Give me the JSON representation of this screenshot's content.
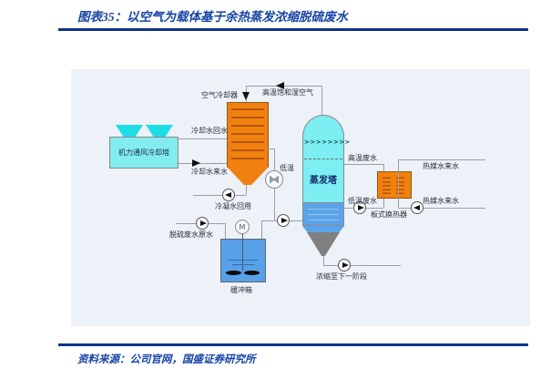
{
  "header": {
    "title": "图表35：以空气为载体基于余热蒸发浓缩脱硫废水"
  },
  "footer": {
    "source_label": "资料来源：公司官网，国盛证券研究所"
  },
  "colors": {
    "accent_navy": "#0e3488",
    "title_text": "#1644a5",
    "panel_bg": "#edf1f8",
    "equipment_cyan": "#7deef1",
    "equipment_orange": "#f28011",
    "tank_blue": "#58a0e8",
    "cone_gray": "#808080"
  },
  "diagram": {
    "equipment": {
      "cooling_tower": "机力通风冷却塔",
      "air_cooler": "空气冷却器",
      "evaporation_tower": "蒸发塔",
      "buffer_tank": "缓冲箱",
      "plate_heat_exchanger": "板式换热器",
      "motor_symbol": "M",
      "spray_nozzles": ">>>>>>>>"
    },
    "streams": {
      "hot_saturated_humid_air": "高温饱和湿空气",
      "cooling_water_return": "冷却水回水",
      "cooling_water_supply": "冷却水来水",
      "low_temp_air": "低温",
      "condensate_reuse": "冷凝水回用",
      "desulfurization_raw_water": "脱硫废水原水",
      "high_temp_wastewater": "高温废水",
      "low_temp_wastewater": "低温废水",
      "heat_medium_water_top": "热媒水来水",
      "heat_medium_water_bottom": "热媒水来水",
      "concentrate_to_next_stage": "浓缩至下一阶段"
    }
  }
}
